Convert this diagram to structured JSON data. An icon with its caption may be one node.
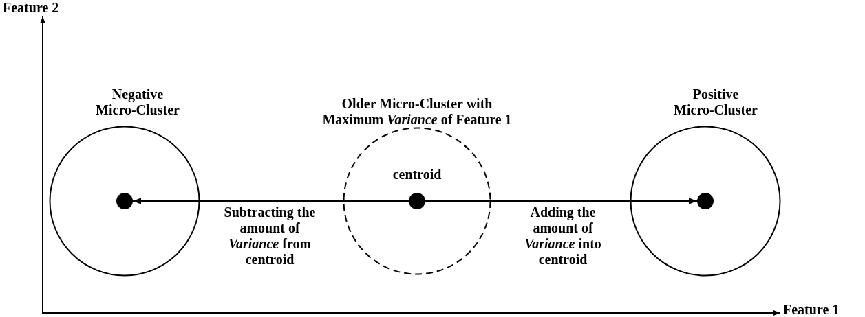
{
  "diagram": {
    "nodes": [
      {
        "text": [
          "Negative Micro-Cluster"
        ]
      },
      {
        "text": [],
        "shape": "circle",
        "in": 0
      },
      {
        "text": [
          "Older Micro-Cluster with Maximum *Variance* of Feature 1"
        ]
      },
      {
        "text": [],
        "shape": "circle",
        "in": 2,
        "beside": [
          "centroid"
        ]
      },
      {
        "text": [
          "Positive Micro-Cluster"
        ]
      },
      {
        "text": [],
        "shape": "circle",
        "in": 4
      }
    ],
    "edges": [
      {
        "from": 3,
        "to": 1,
        "arrow": "to",
        "label": "Subtracting the amount of *Variance* from centroid"
      },
      {
        "from": 3,
        "to": 5,
        "arrow": "to",
        "label": "Adding the amount of *Variance* into centroid"
      }
    ],
    "labels": [
      "Feature 2",
      "Feature 1"
    ]
  }
}
